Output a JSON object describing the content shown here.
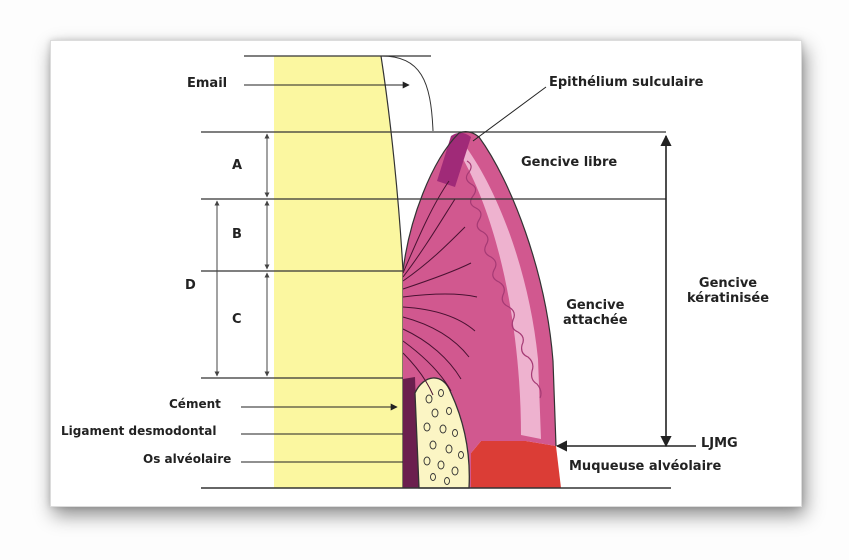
{
  "labels": {
    "email": "Email",
    "epithelium_sulculaire": "Epithélium sulculaire",
    "gencive_libre": "Gencive libre",
    "gencive_keratinisee_line1": "Gencive",
    "gencive_keratinisee_line2": "kératinisée",
    "gencive_attachee_line1": "Gencive",
    "gencive_attachee_line2": "attachée",
    "a": "A",
    "b": "B",
    "c": "C",
    "d": "D",
    "cement": "Cément",
    "ligament": "Ligament desmodontal",
    "os": "Os alvéolaire",
    "ljmg": "LJMG",
    "muqueuse": "Muqueuse alvéolaire"
  },
  "colors": {
    "enamel": "#fbf7a0",
    "gingiva": "#d1588f",
    "gingiva_light": "#eeb2cf",
    "sulcular_epithelium": "#a02a78",
    "alveolar_mucosa": "#db3d36",
    "bone": "#fbf5c4",
    "ligament": "#6b1f4e",
    "ink": "#222222"
  }
}
